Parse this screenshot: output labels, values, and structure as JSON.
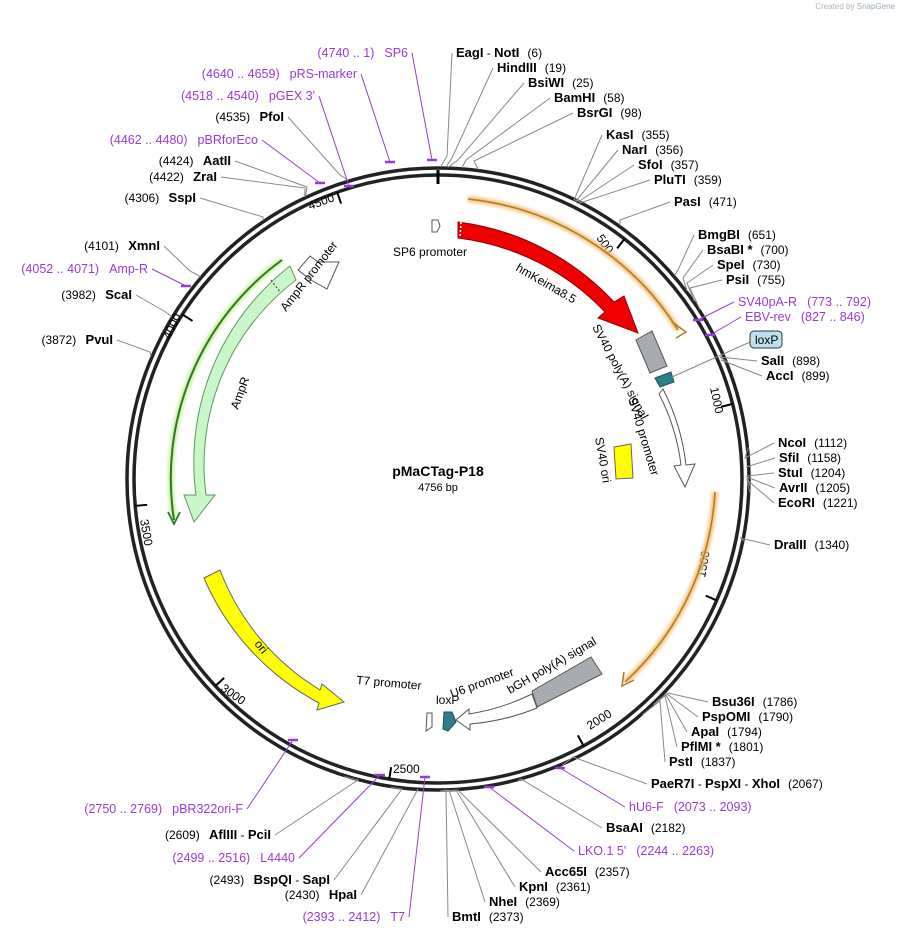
{
  "header": {
    "credit_prefix": "Created by",
    "credit_brand": "SnapGene"
  },
  "plasmid": {
    "name": "pMaCTag-P18",
    "length_label": "4756 bp",
    "length": 4756
  },
  "colors": {
    "backbone": "#222222",
    "enzyme_line": "#888888",
    "primer": "#9a3ad6",
    "orf_glow": "#f5c27a"
  },
  "ticks": [
    {
      "value": 500,
      "label": "500"
    },
    {
      "value": 1000,
      "label": "1000"
    },
    {
      "value": 1500,
      "label": "1500"
    },
    {
      "value": 2000,
      "label": "2000"
    },
    {
      "value": 2500,
      "label": "2500"
    },
    {
      "value": 3000,
      "label": "3000"
    },
    {
      "value": 3500,
      "label": "3500"
    },
    {
      "value": 4000,
      "label": "4000"
    },
    {
      "value": 4500,
      "label": "4500"
    }
  ],
  "enzymes": [
    {
      "name": "EagI",
      "name2": "NotI",
      "pos": "(6)",
      "bp": 6
    },
    {
      "name": "HindIII",
      "pos": "(19)",
      "bp": 19
    },
    {
      "name": "BsiWI",
      "pos": "(25)",
      "bp": 25
    },
    {
      "name": "BamHI",
      "pos": "(58)",
      "bp": 58
    },
    {
      "name": "BsrGI",
      "pos": "(98)",
      "bp": 98
    },
    {
      "name": "KasI",
      "pos": "(355)",
      "bp": 355
    },
    {
      "name": "NarI",
      "pos": "(356)",
      "bp": 356
    },
    {
      "name": "SfoI",
      "pos": "(357)",
      "bp": 357
    },
    {
      "name": "PluTI",
      "pos": "(359)",
      "bp": 359
    },
    {
      "name": "PasI",
      "pos": "(471)",
      "bp": 471
    },
    {
      "name": "BmgBI",
      "pos": "(651)",
      "bp": 651
    },
    {
      "name": "BsaBI *",
      "pos": "(700)",
      "bp": 700
    },
    {
      "name": "SpeI",
      "pos": "(730)",
      "bp": 730
    },
    {
      "name": "PsiI",
      "pos": "(755)",
      "bp": 755
    },
    {
      "name": "SalI",
      "pos": "(898)",
      "bp": 898
    },
    {
      "name": "AccI",
      "pos": "(899)",
      "bp": 899
    },
    {
      "name": "NcoI",
      "pos": "(1112)",
      "bp": 1112
    },
    {
      "name": "SfiI",
      "pos": "(1158)",
      "bp": 1158
    },
    {
      "name": "StuI",
      "pos": "(1204)",
      "bp": 1204
    },
    {
      "name": "AvrII",
      "pos": "(1205)",
      "bp": 1205
    },
    {
      "name": "EcoRI",
      "pos": "(1221)",
      "bp": 1221
    },
    {
      "name": "DraIII",
      "pos": "(1340)",
      "bp": 1340
    },
    {
      "name": "Bsu36I",
      "pos": "(1786)",
      "bp": 1786
    },
    {
      "name": "PspOMI",
      "pos": "(1790)",
      "bp": 1790
    },
    {
      "name": "ApaI",
      "pos": "(1794)",
      "bp": 1794
    },
    {
      "name": "PflMI *",
      "pos": "(1801)",
      "bp": 1801
    },
    {
      "name": "PstI",
      "pos": "(1837)",
      "bp": 1837
    },
    {
      "name": "PaeR7I",
      "name2": "PspXI",
      "name3": "XhoI",
      "pos": "(2067)",
      "bp": 2067
    },
    {
      "name": "BsaAI",
      "pos": "(2182)",
      "bp": 2182
    },
    {
      "name": "Acc65I",
      "pos": "(2357)",
      "bp": 2357
    },
    {
      "name": "KpnI",
      "pos": "(2361)",
      "bp": 2361
    },
    {
      "name": "NheI",
      "pos": "(2369)",
      "bp": 2369
    },
    {
      "name": "BmtI",
      "pos": "(2373)",
      "bp": 2373
    },
    {
      "name": "HpaI",
      "pos": "(2430)",
      "bp": 2430
    },
    {
      "name": "BspQI",
      "name2": "SapI",
      "pos": "(2493)",
      "bp": 2493
    },
    {
      "name": "AflIII",
      "name2": "PciI",
      "pos": "(2609)",
      "bp": 2609
    },
    {
      "name": "PvuI",
      "pos": "(3872)",
      "bp": 3872
    },
    {
      "name": "ScaI",
      "pos": "(3982)",
      "bp": 3982
    },
    {
      "name": "XmnI",
      "pos": "(4101)",
      "bp": 4101
    },
    {
      "name": "SspI",
      "pos": "(4306)",
      "bp": 4306
    },
    {
      "name": "ZraI",
      "pos": "(4422)",
      "bp": 4422
    },
    {
      "name": "AatII",
      "pos": "(4424)",
      "bp": 4424
    },
    {
      "name": "PfoI",
      "pos": "(4535)",
      "bp": 4535
    }
  ],
  "primers": [
    {
      "name": "SP6",
      "range": "(4740 .. 1)",
      "bp": 4750
    },
    {
      "name": "pRS-marker",
      "range": "(4640 .. 4659)",
      "bp": 4650
    },
    {
      "name": "pGEX 3'",
      "range": "(4518 .. 4540)",
      "bp": 4529
    },
    {
      "name": "pBRforEco",
      "range": "(4462 .. 4480)",
      "bp": 4471
    },
    {
      "name": "Amp-R",
      "range": "(4052 .. 4071)",
      "bp": 4062
    },
    {
      "name": "SV40pA-R",
      "range": "(773 .. 792)",
      "bp": 782
    },
    {
      "name": "EBV-rev",
      "range": "(827 .. 846)",
      "bp": 836
    },
    {
      "name": "hU6-F",
      "range": "(2073 .. 2093)",
      "bp": 2083
    },
    {
      "name": "LKO.1 5'",
      "range": "(2244 .. 2263)",
      "bp": 2253
    },
    {
      "name": "T7",
      "range": "(2393 .. 2412)",
      "bp": 2402
    },
    {
      "name": "L4440",
      "range": "(2499 .. 2516)",
      "bp": 2507
    },
    {
      "name": "pBR322ori-F",
      "range": "(2750 .. 2769)",
      "bp": 2759
    }
  ],
  "features": {
    "hmKeima": "hmKeima8.5",
    "sp6_promoter": "SP6 promoter",
    "sv40_polya": "SV40 poly(A) signal",
    "loxp_top": "loxP",
    "sv40_promoter": "SV40 promoter",
    "sv40_ori": "SV40 ori",
    "bgh_polya": "bGH poly(A) signal",
    "u6_promoter": "U6 promoter",
    "t7_promoter": "T7 promoter",
    "loxp_bottom": "loxP",
    "ori": "ori",
    "ampr": "AmpR",
    "ampr_promoter": "AmpR promoter"
  }
}
